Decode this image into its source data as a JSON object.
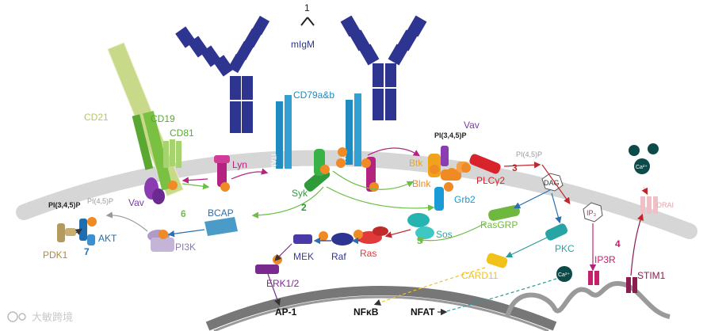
{
  "labels": {
    "antigen_marker": "1",
    "migm": "mIgM",
    "cd79": "CD79a&b",
    "cd21": "CD21",
    "cd19": "CD19",
    "cd81": "CD81",
    "vav_left": "Vav",
    "lyn": "Lyn",
    "syk": "Syk",
    "bcap": "BCAP",
    "pi3k": "PI3K",
    "pdk1": "PDK1",
    "akt": "AKT",
    "pip3_left": "PI(3,4,5)P",
    "pip2_left": "PI(4,5)P",
    "vav_right": "Vav",
    "pip3_right": "PI(3,4,5)P",
    "btk": "Btk",
    "blnk": "Blnk",
    "plcg2": "PLCγ2",
    "pip2_right": "PI(4,5)P",
    "dag": "DAG",
    "ip3": "IP₃",
    "grb2": "Grb2",
    "sos": "Sos",
    "rasgrp": "RasGRP",
    "pkc": "PKC",
    "ras": "Ras",
    "raf": "Raf",
    "mek": "MEK",
    "erk": "ERK1/2",
    "card11": "CARD11",
    "ip3r": "IP3R",
    "stim1": "STIM1",
    "orai": "ORAI",
    "ca": "Ca²⁺",
    "ap1": "AP-1",
    "nfkb": "NFκB",
    "nfat": "NFAT",
    "itam": "ITAM",
    "p": "P",
    "step2": "2",
    "step3": "3",
    "step4": "4",
    "step5": "5",
    "step6": "6",
    "step7": "7",
    "watermark": "大敏跨境"
  },
  "colors": {
    "membrane": "#d9d9d9",
    "igm": "#2e3590",
    "cd79": "#1f8bbf",
    "cd21": "#c8d98a",
    "cd19": "#7ac043",
    "lyn": "#b4237f",
    "syk": "#2f9a3a",
    "btk": "#f0a31a",
    "plc": "#d8232a",
    "grb2": "#1a9ad6",
    "sos": "#27b3b0",
    "rasgrp": "#6fb83f",
    "pkc": "#27a5a5",
    "card11": "#f2c21a",
    "erk": "#7a2a8f",
    "ras": "#e03a3a",
    "phospho": "#f08a24",
    "ip3r": "#c4206e",
    "stim1": "#8b1c4f",
    "ca_ion": "#0d4a4a"
  }
}
